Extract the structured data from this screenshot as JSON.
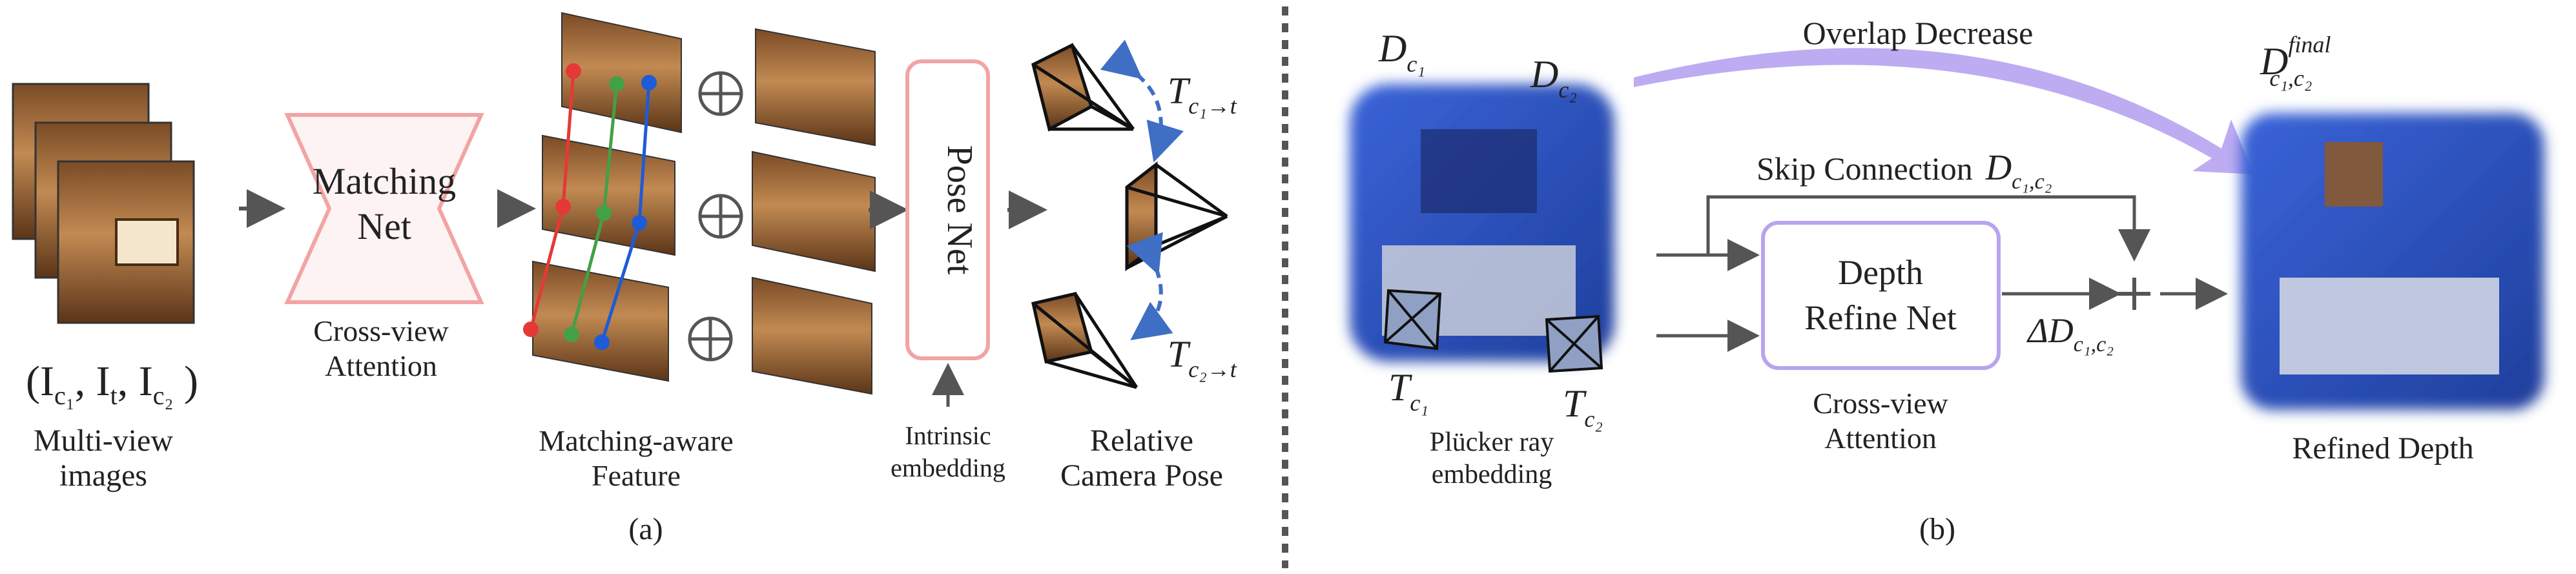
{
  "panel_a": {
    "input_symbol": "(I",
    "input_label_line1": "Multi-view",
    "input_label_line2": "images",
    "matching_net_line1": "Matching",
    "matching_net_line2": "Net",
    "matching_attn_line1": "Cross-view",
    "matching_attn_line2": "Attention",
    "feature_label_line1": "Matching-aware",
    "feature_label_line2": "Feature",
    "pose_net_label": "Pose Net",
    "intrinsic_line1": "Intrinsic",
    "intrinsic_line2": "embedding",
    "pose_output_line1": "Relative",
    "pose_output_line2": "Camera Pose",
    "pose_t_c1": "T",
    "pose_t_c2": "T",
    "caption": "(a)"
  },
  "panel_b": {
    "depth_c1": "D",
    "depth_c2": "D",
    "overlap_label": "Overlap Decrease",
    "skip_label": "Skip Connection",
    "skip_depth": "D",
    "refine_net_line1": "Depth",
    "refine_net_line2": "Refine Net",
    "refine_attn_line1": "Cross-view",
    "refine_attn_line2": "Attention",
    "delta_depth": "ΔD",
    "plucker_line1": "Plücker ray",
    "plucker_line2": "embedding",
    "t_c1": "T",
    "t_c2": "T",
    "final_depth": "D",
    "final_superscript": "final",
    "refined_label": "Refined Depth",
    "caption": "(b)"
  },
  "colors": {
    "matching_net": "#f2a4a4",
    "pose_net": "#f2a4a4",
    "refine_net": "#b7a4ee",
    "overlap_arrow": "#b29ef0",
    "separator": "#555555",
    "pose_dash": "#3f6fc4",
    "match_red": "#e53935",
    "match_green": "#43a047",
    "match_blue": "#1e5bd6",
    "wall_blue": "#2f5ad1"
  }
}
